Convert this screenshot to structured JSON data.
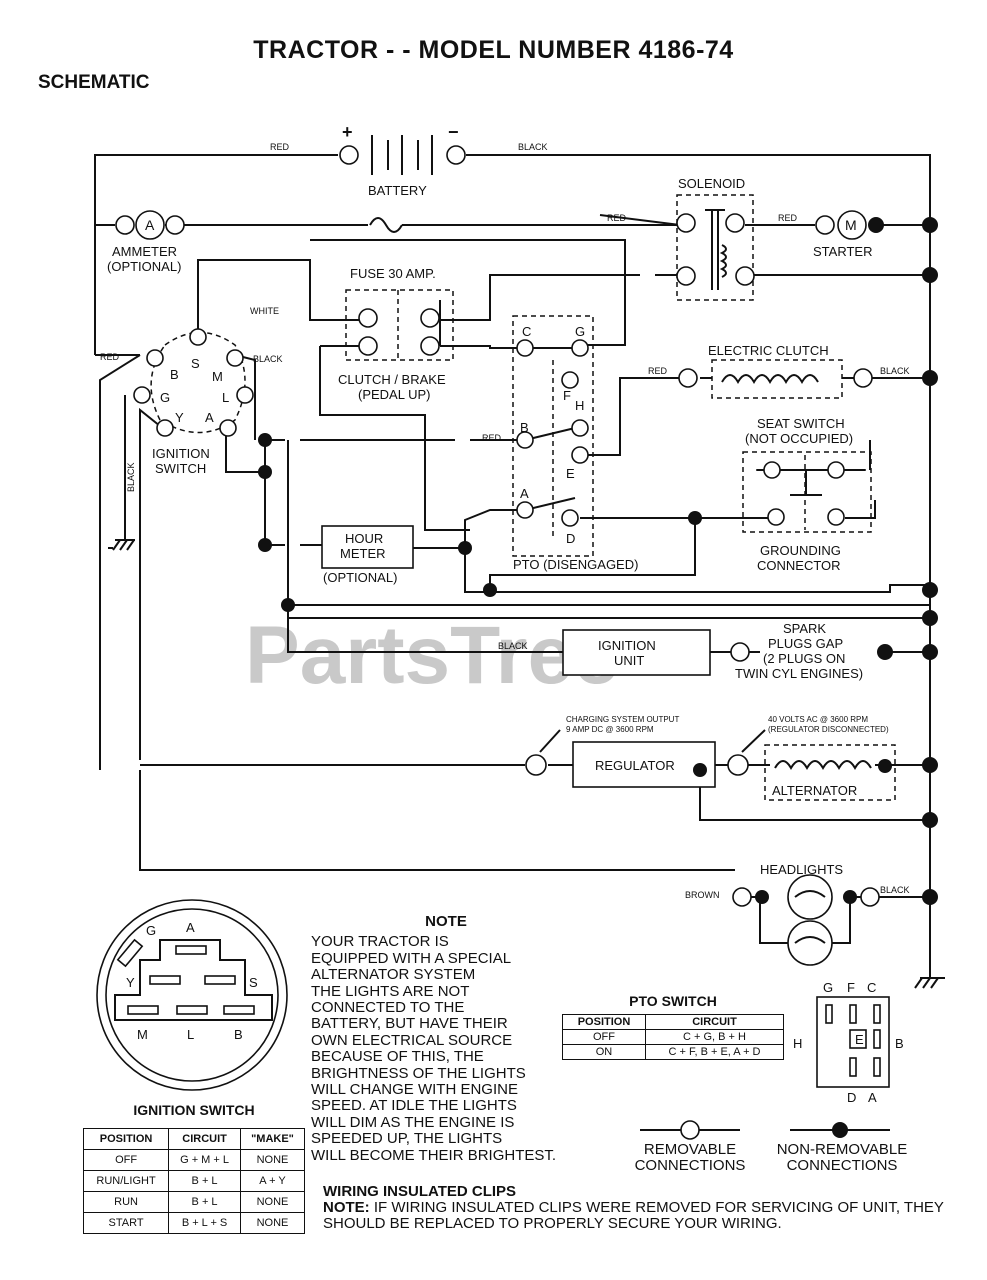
{
  "title": "TRACTOR - - MODEL NUMBER 4186-74",
  "subtitle": "SCHEMATIC",
  "watermark": "PartsTree",
  "components": {
    "battery": "BATTERY",
    "battery_plus": "+",
    "battery_minus": "−",
    "solenoid": "SOLENOID",
    "starter": "STARTER",
    "starter_symbol": "M",
    "ammeter_line1": "AMMETER",
    "ammeter_line2": "(OPTIONAL)",
    "ammeter_symbol": "A",
    "fuse": "FUSE 30 AMP.",
    "clutch_brake_line1": "CLUTCH / BRAKE",
    "clutch_brake_line2": "(PEDAL UP)",
    "electric_clutch": "ELECTRIC CLUTCH",
    "seat_switch_line1": "SEAT SWITCH",
    "seat_switch_line2": "(NOT OCCUPIED)",
    "grounding_line1": "GROUNDING",
    "grounding_line2": "CONNECTOR",
    "ignition_switch_line1": "IGNITION",
    "ignition_switch_line2": "SWITCH",
    "hour_meter_line1": "HOUR",
    "hour_meter_line2": "METER",
    "hour_meter_line3": "(OPTIONAL)",
    "pto_disengaged": "PTO (DISENGAGED)",
    "ignition_unit_line1": "IGNITION",
    "ignition_unit_line2": "UNIT",
    "spark_line1": "SPARK",
    "spark_line2": "PLUGS GAP",
    "spark_line3": "(2 PLUGS ON",
    "spark_line4": "TWIN CYL  ENGINES)",
    "charging_line1": "CHARGING SYSTEM OUTPUT",
    "charging_line2": "9 AMP DC @ 3600 RPM",
    "regulator": "REGULATOR",
    "ac_line1": "40 VOLTS AC @ 3600 RPM",
    "ac_line2": "(REGULATOR DISCONNECTED)",
    "alternator": "ALTERNATOR",
    "headlights": "HEADLIGHTS"
  },
  "wire_labels": {
    "red": "RED",
    "black": "BLACK",
    "white": "WHITE",
    "brown": "BROWN"
  },
  "ignition_terminals": [
    "S",
    "B",
    "M",
    "G",
    "L",
    "Y",
    "A"
  ],
  "pto_terminals": [
    "C",
    "G",
    "F",
    "H",
    "B",
    "E",
    "A",
    "D"
  ],
  "ignition_face": {
    "letters": [
      "A",
      "G",
      "Y",
      "S",
      "M",
      "L",
      "B"
    ],
    "title": "IGNITION SWITCH"
  },
  "ignition_table": {
    "headers": [
      "POSITION",
      "CIRCUIT",
      "\"MAKE\""
    ],
    "rows": [
      [
        "OFF",
        "G + M + L",
        "NONE"
      ],
      [
        "RUN/LIGHT",
        "B + L",
        "A + Y"
      ],
      [
        "RUN",
        "B + L",
        "NONE"
      ],
      [
        "START",
        "B + L + S",
        "NONE"
      ]
    ]
  },
  "pto_switch": {
    "title": "PTO SWITCH",
    "headers": [
      "POSITION",
      "CIRCUIT"
    ],
    "rows": [
      [
        "OFF",
        "C + G, B + H"
      ],
      [
        "ON",
        "C + F, B + E, A + D"
      ]
    ],
    "diagram_letters": [
      "G",
      "F",
      "C",
      "H",
      "E",
      "B",
      "D",
      "A"
    ]
  },
  "note": {
    "title": "NOTE",
    "lines": [
      "YOUR TRACTOR IS",
      "EQUIPPED WITH A SPECIAL",
      "ALTERNATOR SYSTEM",
      "THE LIGHTS ARE NOT",
      "CONNECTED TO THE",
      "BATTERY, BUT HAVE THEIR",
      "OWN ELECTRICAL SOURCE",
      "BECAUSE OF THIS, THE",
      "BRIGHTNESS OF THE LIGHTS",
      "WILL CHANGE WITH ENGINE",
      "SPEED.  AT IDLE THE LIGHTS",
      "WILL DIM   AS THE ENGINE IS",
      "SPEEDED UP, THE LIGHTS",
      "WILL BECOME THEIR BRIGHTEST."
    ]
  },
  "legend": {
    "removable_line1": "REMOVABLE",
    "removable_line2": "CONNECTIONS",
    "non_removable_line1": "NON-REMOVABLE",
    "non_removable_line2": "CONNECTIONS"
  },
  "clips": {
    "title": "WIRING INSULATED CLIPS",
    "note_label": "NOTE:",
    "note_text": " IF WIRING INSULATED CLIPS WERE REMOVED FOR SERVICING OF UNIT, THEY SHOULD BE REPLACED TO PROPERLY SECURE YOUR WIRING."
  }
}
